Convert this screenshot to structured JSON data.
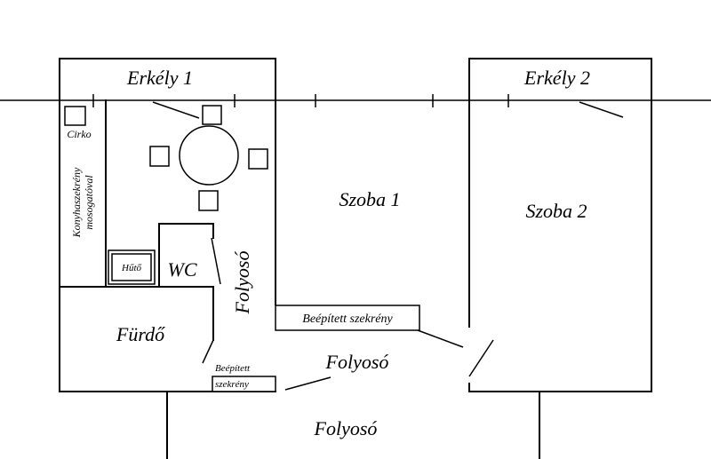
{
  "labels": {
    "erkely1": "Erkély 1",
    "erkely2": "Erkély 2",
    "cirko": "Cirko",
    "konyha_line1": "Konyhaszekrény",
    "konyha_line2": "mosogatóval",
    "szoba1": "Szoba 1",
    "szoba2": "Szoba 2",
    "huto": "Hűtő",
    "wc": "WC",
    "folyoso_vertical": "Folyosó",
    "beepitett_szekreny": "Beépített szekrény",
    "furdo": "Fürdő",
    "beepitett_small_line1": "Beépített",
    "beepitett_small_line2": "szekrény",
    "folyoso_inner": "Folyosó",
    "folyoso_outer": "Folyosó"
  }
}
